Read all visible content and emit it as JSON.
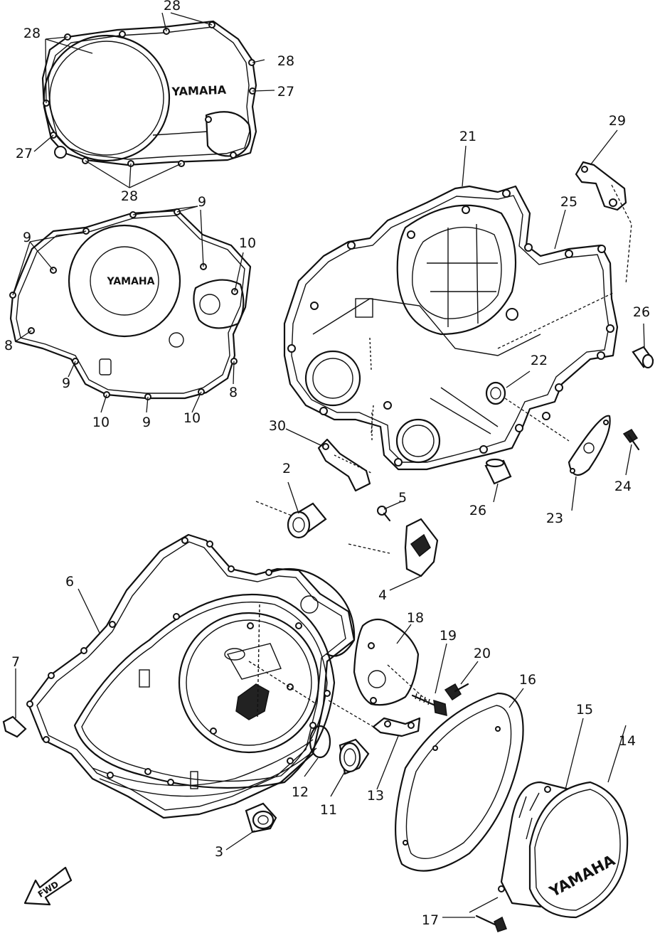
{
  "brand_text": "YAMAHA",
  "direction_arrow_text": "FWD",
  "labels": {
    "l2": "2",
    "l3": "3",
    "l4": "4",
    "l5": "5",
    "l6": "6",
    "l7": "7",
    "l8a": "8",
    "l8b": "8",
    "l9a": "9",
    "l9b": "9",
    "l9c": "9",
    "l9d": "9",
    "l10a": "10",
    "l10b": "10",
    "l10c": "10",
    "l11": "11",
    "l12": "12",
    "l13": "13",
    "l14": "14",
    "l15": "15",
    "l16": "16",
    "l17": "17",
    "l18": "18",
    "l19": "19",
    "l20": "20",
    "l21": "21",
    "l22": "22",
    "l23": "23",
    "l24": "24",
    "l25": "25",
    "l26a": "26",
    "l26b": "26",
    "l27a": "27",
    "l27b": "27",
    "l28a": "28",
    "l28b": "28",
    "l28c": "28",
    "l28d": "28",
    "l29": "29",
    "l30": "30"
  }
}
